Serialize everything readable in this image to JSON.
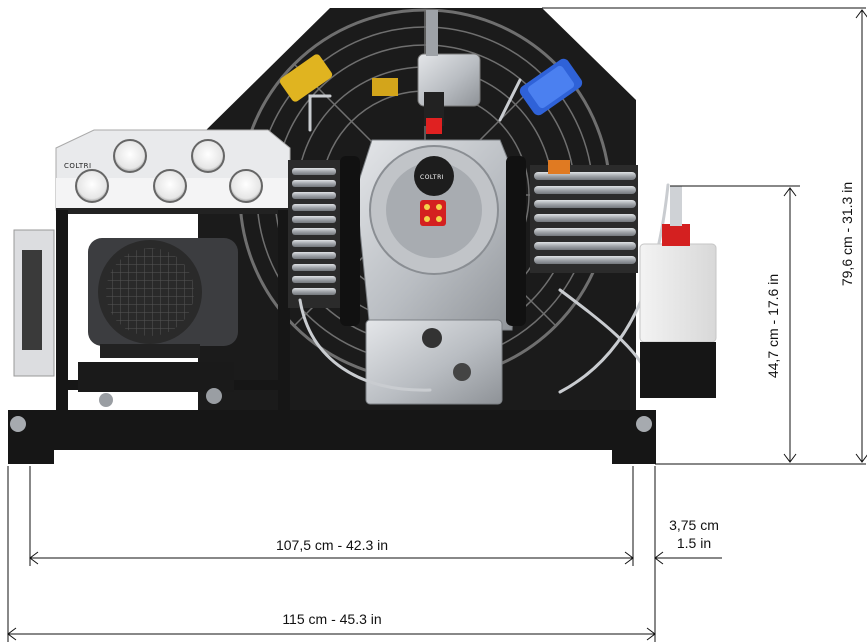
{
  "brand": {
    "gauge_panel_logo": "COLTRI",
    "crankcase_logo": "COLTRI"
  },
  "dimensions": {
    "total_height": "79,6 cm - 31.3 in",
    "inner_height": "44,7 cm - 17.6 in",
    "inner_width": "107,5 cm - 42.3 in",
    "side_offset_cm": "3,75 cm",
    "side_offset_in": "1.5 in",
    "total_width": "115 cm - 45.3 in"
  },
  "colors": {
    "frame": "#161616",
    "housing": "#1c1c1c",
    "metal": "#c8cbcf",
    "coil": "#a9adb2",
    "valve_yellow": "#e0b420",
    "valve_blue": "#2f62d8",
    "valve_red": "#d42020",
    "dimension_line": "#111111"
  }
}
